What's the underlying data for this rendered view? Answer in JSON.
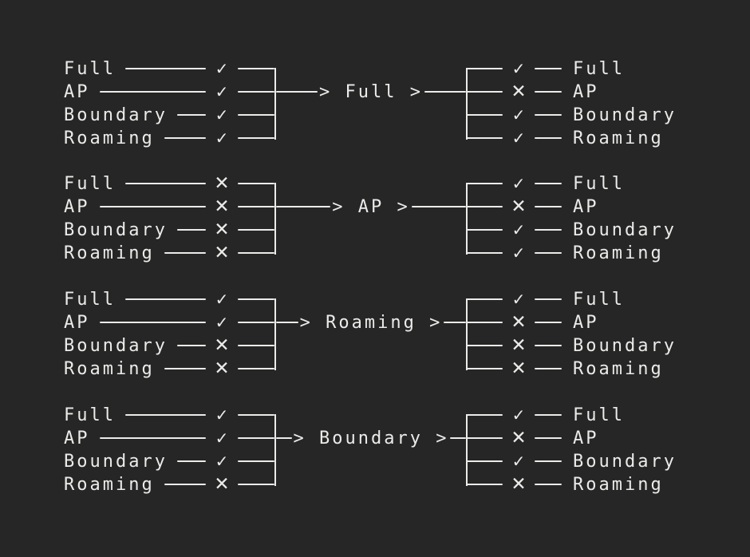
{
  "page": {
    "background": "#262626",
    "foreground": "#ebebe9"
  },
  "glyphs": {
    "pass": "✓",
    "fail": "✕"
  },
  "state_names": [
    "Full",
    "AP",
    "Boundary",
    "Roaming"
  ],
  "groups": [
    {
      "id": "full",
      "arrow_label": "> Full >",
      "inputs": [
        {
          "label": "Full",
          "state": "pass",
          "mark": "✓"
        },
        {
          "label": "AP",
          "state": "pass",
          "mark": "✓"
        },
        {
          "label": "Boundary",
          "state": "pass",
          "mark": "✓"
        },
        {
          "label": "Roaming",
          "state": "pass",
          "mark": "✓"
        }
      ],
      "outputs": [
        {
          "label": "Full",
          "state": "pass",
          "mark": "✓"
        },
        {
          "label": "AP",
          "state": "fail",
          "mark": "✕"
        },
        {
          "label": "Boundary",
          "state": "pass",
          "mark": "✓"
        },
        {
          "label": "Roaming",
          "state": "pass",
          "mark": "✓"
        }
      ]
    },
    {
      "id": "ap",
      "arrow_label": "> AP >",
      "inputs": [
        {
          "label": "Full",
          "state": "fail",
          "mark": "✕"
        },
        {
          "label": "AP",
          "state": "fail",
          "mark": "✕"
        },
        {
          "label": "Boundary",
          "state": "fail",
          "mark": "✕"
        },
        {
          "label": "Roaming",
          "state": "fail",
          "mark": "✕"
        }
      ],
      "outputs": [
        {
          "label": "Full",
          "state": "pass",
          "mark": "✓"
        },
        {
          "label": "AP",
          "state": "fail",
          "mark": "✕"
        },
        {
          "label": "Boundary",
          "state": "pass",
          "mark": "✓"
        },
        {
          "label": "Roaming",
          "state": "pass",
          "mark": "✓"
        }
      ]
    },
    {
      "id": "roaming",
      "arrow_label": "> Roaming >",
      "inputs": [
        {
          "label": "Full",
          "state": "pass",
          "mark": "✓"
        },
        {
          "label": "AP",
          "state": "pass",
          "mark": "✓"
        },
        {
          "label": "Boundary",
          "state": "fail",
          "mark": "✕"
        },
        {
          "label": "Roaming",
          "state": "fail",
          "mark": "✕"
        }
      ],
      "outputs": [
        {
          "label": "Full",
          "state": "pass",
          "mark": "✓"
        },
        {
          "label": "AP",
          "state": "fail",
          "mark": "✕"
        },
        {
          "label": "Boundary",
          "state": "fail",
          "mark": "✕"
        },
        {
          "label": "Roaming",
          "state": "fail",
          "mark": "✕"
        }
      ]
    },
    {
      "id": "boundary",
      "arrow_label": "> Boundary >",
      "inputs": [
        {
          "label": "Full",
          "state": "pass",
          "mark": "✓"
        },
        {
          "label": "AP",
          "state": "pass",
          "mark": "✓"
        },
        {
          "label": "Boundary",
          "state": "pass",
          "mark": "✓"
        },
        {
          "label": "Roaming",
          "state": "fail",
          "mark": "✕"
        }
      ],
      "outputs": [
        {
          "label": "Full",
          "state": "pass",
          "mark": "✓"
        },
        {
          "label": "AP",
          "state": "fail",
          "mark": "✕"
        },
        {
          "label": "Boundary",
          "state": "pass",
          "mark": "✓"
        },
        {
          "label": "Roaming",
          "state": "fail",
          "mark": "✕"
        }
      ]
    }
  ]
}
